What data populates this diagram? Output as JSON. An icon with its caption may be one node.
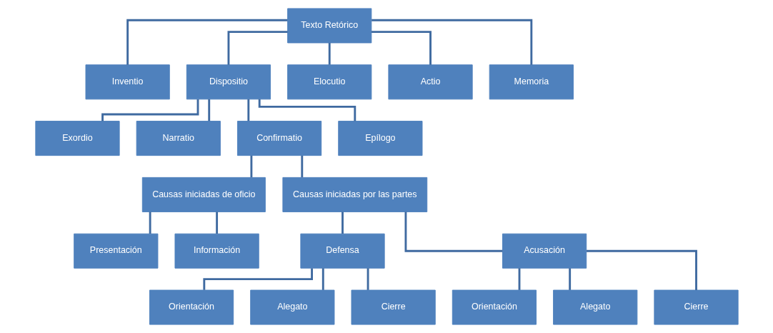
{
  "diagram": {
    "nodes": [
      {
        "text": [
          "Texto Retórico"
        ]
      },
      {
        "text": [
          "Inventio"
        ]
      },
      {
        "text": [
          "Dispositio"
        ]
      },
      {
        "text": [
          "Elocutio"
        ]
      },
      {
        "text": [
          "Actio"
        ]
      },
      {
        "text": [
          "Memoria"
        ]
      },
      {
        "text": [
          "Exordio"
        ]
      },
      {
        "text": [
          "Narratio"
        ]
      },
      {
        "text": [
          "Confirmatio"
        ]
      },
      {
        "text": [
          "Epílogo"
        ]
      },
      {
        "text": [
          "Causas iniciadas de oficio"
        ]
      },
      {
        "text": [
          "Causas iniciadas por las partes"
        ]
      },
      {
        "text": [
          "Presentación"
        ]
      },
      {
        "text": [
          "Información"
        ]
      },
      {
        "text": [
          "Defensa"
        ]
      },
      {
        "text": [
          "Acusación"
        ]
      },
      {
        "text": [
          "Orientación"
        ]
      },
      {
        "text": [
          "Alegato"
        ]
      },
      {
        "text": [
          "Cierre"
        ]
      },
      {
        "text": [
          "Orientación"
        ]
      },
      {
        "text": [
          "Alegato"
        ]
      },
      {
        "text": [
          "Cierre"
        ]
      }
    ],
    "edges": [
      {
        "from": 0,
        "to": 1,
        "arrow": "none"
      },
      {
        "from": 0,
        "to": 2,
        "arrow": "none"
      },
      {
        "from": 0,
        "to": 3,
        "arrow": "none"
      },
      {
        "from": 0,
        "to": 4,
        "arrow": "none"
      },
      {
        "from": 0,
        "to": 5,
        "arrow": "none"
      },
      {
        "from": 2,
        "to": 6,
        "arrow": "none"
      },
      {
        "from": 2,
        "to": 7,
        "arrow": "none"
      },
      {
        "from": 2,
        "to": 8,
        "arrow": "none"
      },
      {
        "from": 2,
        "to": 9,
        "arrow": "none"
      },
      {
        "from": 8,
        "to": 10,
        "arrow": "none"
      },
      {
        "from": 8,
        "to": 11,
        "arrow": "none"
      },
      {
        "from": 10,
        "to": 12,
        "arrow": "none"
      },
      {
        "from": 10,
        "to": 13,
        "arrow": "none"
      },
      {
        "from": 11,
        "to": 14,
        "arrow": "none"
      },
      {
        "from": 11,
        "to": 15,
        "arrow": "none"
      },
      {
        "from": 14,
        "to": 16,
        "arrow": "none"
      },
      {
        "from": 14,
        "to": 17,
        "arrow": "none"
      },
      {
        "from": 14,
        "to": 18,
        "arrow": "none"
      },
      {
        "from": 15,
        "to": 19,
        "arrow": "none"
      },
      {
        "from": 15,
        "to": 20,
        "arrow": "none"
      },
      {
        "from": 15,
        "to": 21,
        "arrow": "none"
      }
    ]
  }
}
